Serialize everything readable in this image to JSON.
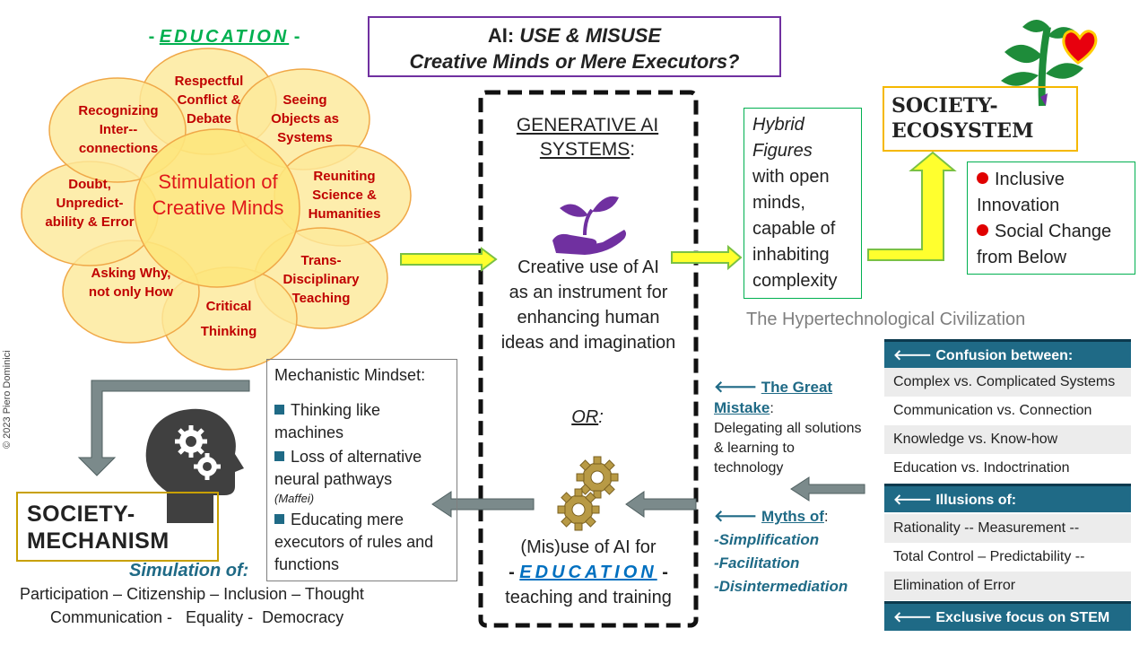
{
  "title": {
    "line1_prefix": "AI: ",
    "line1_italic": "USE & MISUSE",
    "line2": "Creative Minds or Mere Executors?"
  },
  "education_header": {
    "dash_left": "- ",
    "word": "EDUCATION",
    "dash_right": " -"
  },
  "petals": [
    "Respectful Conflict & Debate",
    "Seeing Objects as Systems",
    "Reuniting Science & Humanities",
    "Trans-Disciplinary Teaching",
    "Critical Thinking",
    "Asking Why, not only How",
    "Doubt, Unpredict-ability & Error",
    "Recognizing Inter--connections"
  ],
  "center_label": "Stimulation of Creative Minds",
  "generative": {
    "title_line1": "GENERATIVE AI",
    "title_line2": "SYSTEMS",
    "title_suffix": ":",
    "creative_use": [
      "Creative use of AI",
      "as an instrument for",
      "enhancing human",
      "ideas and imagination"
    ],
    "or": "OR",
    "or_suffix": ":",
    "misuse_line1": "(Mis)use of AI for",
    "misuse_edu_dash_left": "- ",
    "misuse_edu_word": "EDUCATION",
    "misuse_edu_dash_right": " -",
    "misuse_line3": "teaching and training"
  },
  "hybrid": {
    "italic_line1": "Hybrid",
    "italic_line2": "Figures",
    "rest": [
      "with open",
      "minds,",
      "capable of",
      "inhabiting",
      "complexity"
    ]
  },
  "ecosystem": {
    "label_line1": "SOCIETY-",
    "label_line2": "ECOSYSTEM",
    "bullets": [
      {
        "line1": "Inclusive",
        "line2": "Innovation"
      },
      {
        "line1": "Social Change",
        "line2": "from Below"
      }
    ]
  },
  "hypertech_label": "The Hypertechnological Civilization",
  "right_table": {
    "heads": [
      "Confusion between:",
      "Illusions of:",
      "Exclusive focus on STEM"
    ],
    "confusion_rows": [
      "Complex vs. Complicated Systems",
      "Communication vs. Connection",
      "Knowledge vs. Know-how",
      "Education vs. Indoctrination"
    ],
    "illusion_rows": [
      "Rationality  --  Measurement --",
      "Total Control – Predictability --",
      "Elimination of Error"
    ],
    "arrow": "🡐"
  },
  "great_mistake": {
    "arrow": "🡐",
    "title_line1": "The Great",
    "title_line2": "Mistake",
    "colon": ":",
    "text": [
      "Delegating all solutions",
      "& learning to",
      "technology"
    ]
  },
  "myths": {
    "arrow": "🡐",
    "title": "Myths of",
    "colon": ":",
    "items": [
      "-Simplification",
      "-Facilitation",
      "-Disintermediation"
    ]
  },
  "mechanistic": {
    "title": "Mechanistic Mindset:",
    "item1_line1": "Thinking like",
    "item1_line2": "machines",
    "item2_line1": "Loss of alternative",
    "item2_line2": "neural pathways",
    "item2_cite": "(Maffei)",
    "item3_line1": "Educating mere",
    "item3_line2": "executors of rules and",
    "item3_line3": "functions"
  },
  "mechanism": {
    "label_line1": "SOCIETY-",
    "label_line2": "MECHANISM",
    "sim_title": "Simulation of:",
    "sim_line1": "Participation – Citizenship – Inclusion – Thought",
    "sim_line2": "Communication -   Equality -  Democracy"
  },
  "copyright": "© 2023 Piero Dominici",
  "colors": {
    "petal_fill": "#fde99a",
    "petal_stroke": "#f0a848",
    "petal_text": "#c00000",
    "center_text": "#e0191a",
    "education_green": "#00b050",
    "title_border": "#7030a0",
    "arrow_yellow": "#ffff2e",
    "arrow_green": "#7ac143",
    "slate_arrow": "#7b8a8b",
    "table_head": "#1f6a86",
    "eco_border": "#f5b800",
    "plant_purple": "#7030a0"
  }
}
